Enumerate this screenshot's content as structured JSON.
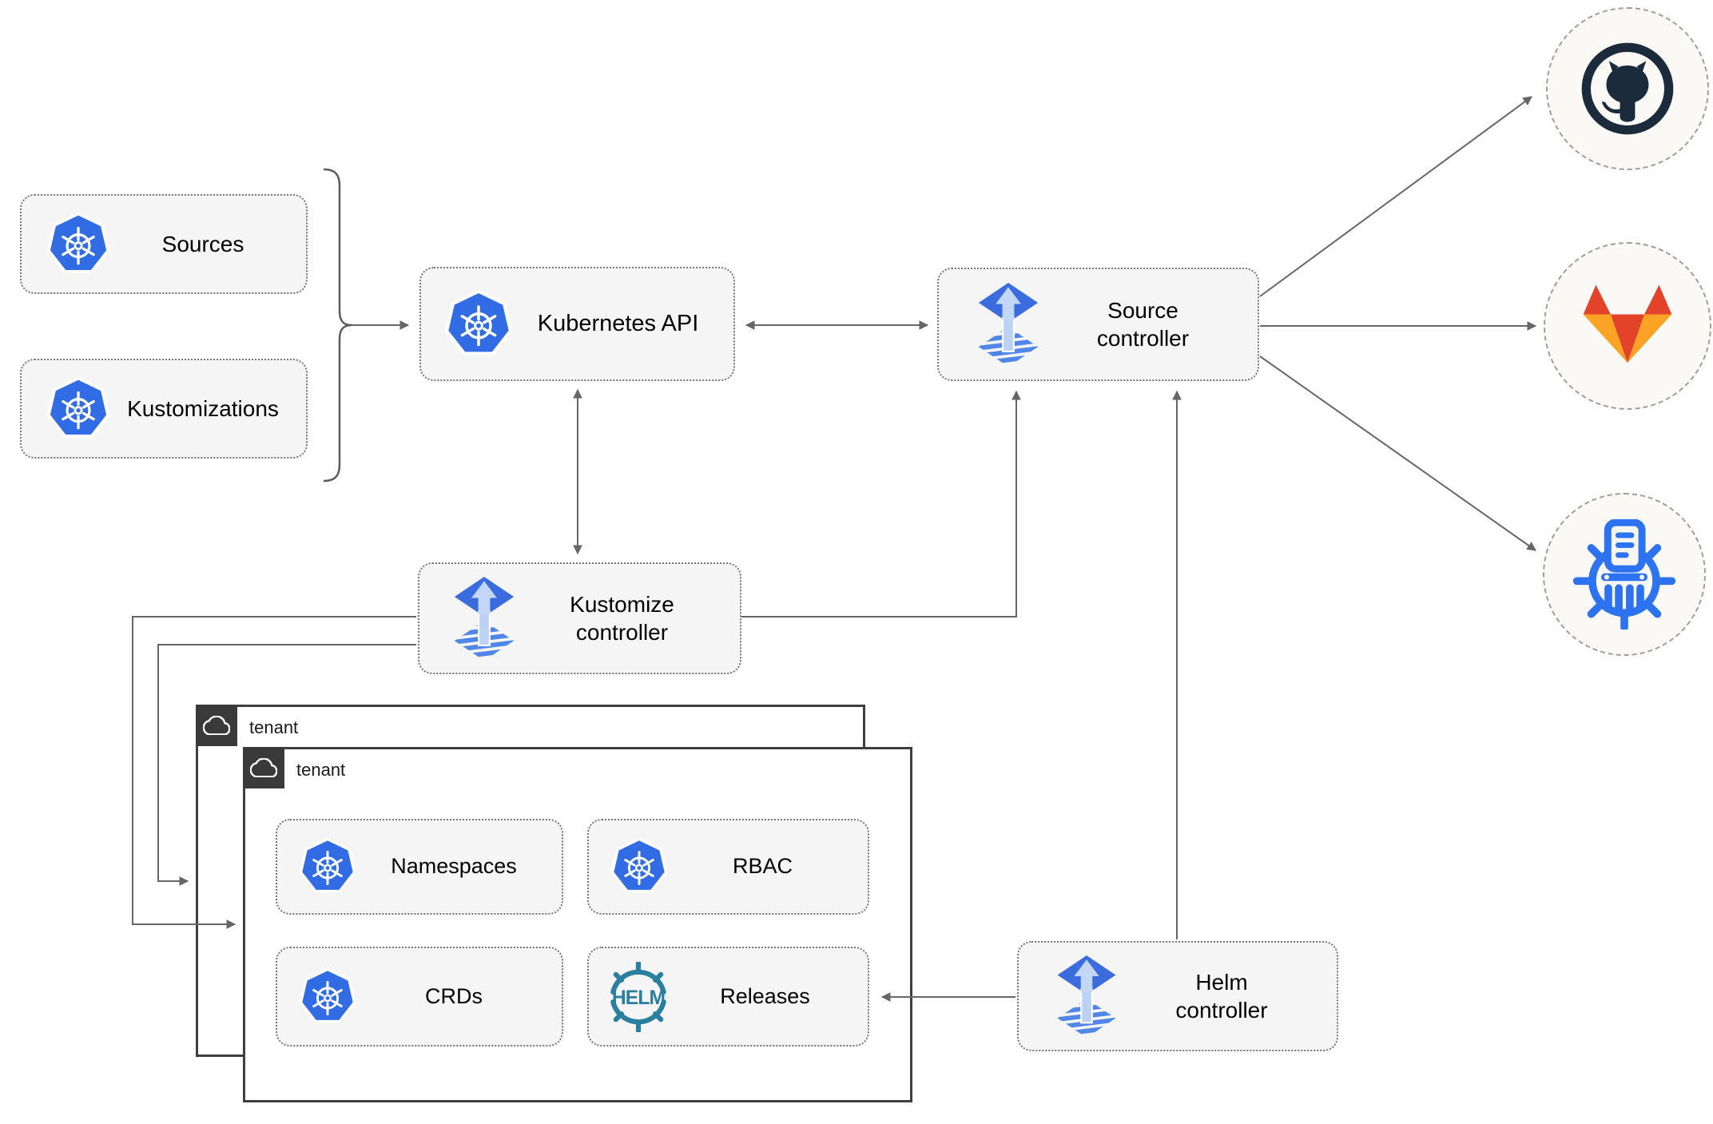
{
  "diagram": {
    "type": "architecture-diagram",
    "nodes": {
      "sources": {
        "label": "Sources",
        "icon": "kubernetes"
      },
      "kustomizations": {
        "label": "Kustomizations",
        "icon": "kubernetes"
      },
      "kubernetes_api": {
        "label": "Kubernetes API",
        "icon": "kubernetes"
      },
      "source_controller": {
        "label": "Source controller",
        "icon": "flux"
      },
      "kustomize_controller": {
        "label": "Kustomize controller",
        "icon": "flux"
      },
      "helm_controller": {
        "label": "Helm controller",
        "icon": "flux"
      },
      "tenant_outer": {
        "label": "tenant",
        "icon": "cloud"
      },
      "tenant_inner": {
        "label": "tenant",
        "icon": "cloud"
      },
      "namespaces": {
        "label": "Namespaces",
        "icon": "kubernetes"
      },
      "rbac": {
        "label": "RBAC",
        "icon": "kubernetes"
      },
      "crds": {
        "label": "CRDs",
        "icon": "kubernetes"
      },
      "releases": {
        "label": "Releases",
        "icon": "helm"
      },
      "github": {
        "icon": "github"
      },
      "gitlab": {
        "icon": "gitlab"
      },
      "chartmuseum": {
        "icon": "chartmuseum"
      }
    },
    "icon_text": {
      "helm_logo": "HELM"
    },
    "edges": [
      {
        "from": "sources+kustomizations-bracket",
        "to": "kubernetes_api",
        "style": "arrow"
      },
      {
        "from": "kubernetes_api",
        "to": "source_controller",
        "style": "double-arrow"
      },
      {
        "from": "kubernetes_api",
        "to": "kustomize_controller",
        "style": "double-arrow"
      },
      {
        "from": "kustomize_controller",
        "to": "source_controller",
        "style": "arrow"
      },
      {
        "from": "kustomize_controller",
        "to": "tenant_inner",
        "style": "arrow"
      },
      {
        "from": "kustomize_controller",
        "to": "tenant_outer",
        "style": "arrow"
      },
      {
        "from": "helm_controller",
        "to": "source_controller",
        "style": "arrow"
      },
      {
        "from": "helm_controller",
        "to": "releases",
        "style": "arrow"
      },
      {
        "from": "source_controller",
        "to": "github",
        "style": "arrow"
      },
      {
        "from": "source_controller",
        "to": "gitlab",
        "style": "arrow"
      },
      {
        "from": "source_controller",
        "to": "chartmuseum",
        "style": "arrow"
      }
    ],
    "colors": {
      "kubernetes_blue": "#326CE5",
      "flux_blue": "#3B6CDE",
      "flux_light_blue": "#C3D6F6",
      "helm_teal": "#2A7E9E",
      "chartmuseum_blue": "#2D72F0",
      "github_dark": "#1B2B3C",
      "gitlab_red": "#E24329",
      "gitlab_orange": "#FCA326",
      "connector_gray": "#666666",
      "node_fill": "#F5F5F5",
      "tenant_dark": "#3A3A3A"
    }
  }
}
